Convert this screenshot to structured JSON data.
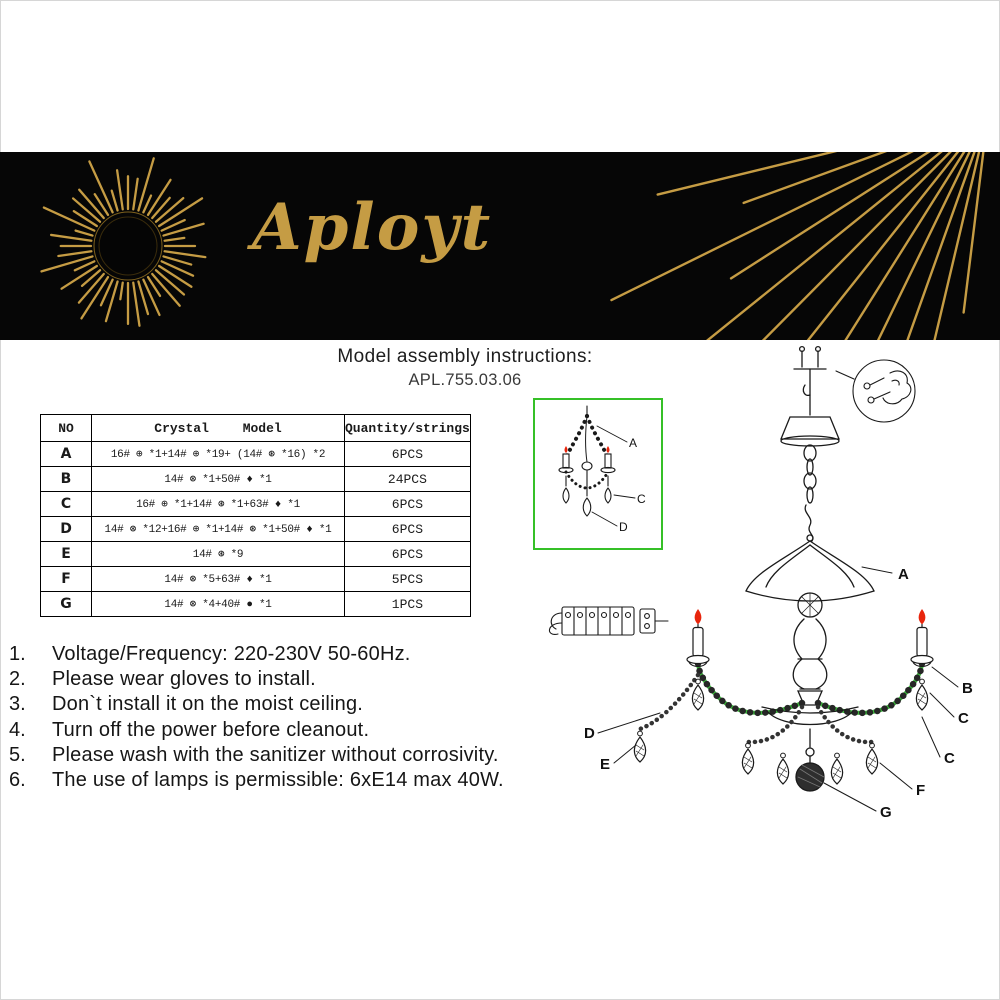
{
  "banner": {
    "brand": "Aployt"
  },
  "title": {
    "line1": "Model assembly instructions:",
    "line2": "APL.755.03.06"
  },
  "table": {
    "headers": {
      "no": "NO",
      "model": "Crystal Model",
      "qty": "Quantity/strings"
    },
    "rows": [
      {
        "no": "A",
        "model": "16# ⊕ *1+14# ⊕ *19+ (14# ⊛ *16) *2",
        "qty": "6PCS"
      },
      {
        "no": "B",
        "model": "14# ⊛ *1+50# ♦ *1",
        "qty": "24PCS"
      },
      {
        "no": "C",
        "model": "16# ⊕ *1+14# ⊛ *1+63# ♦ *1",
        "qty": "6PCS"
      },
      {
        "no": "D",
        "model": "14# ⊛ *12+16# ⊕ *1+14# ⊛ *1+50# ♦ *1",
        "qty": "6PCS"
      },
      {
        "no": "E",
        "model": "14# ⊛ *9",
        "qty": "6PCS"
      },
      {
        "no": "F",
        "model": "14# ⊛ *5+63# ♦ *1",
        "qty": "5PCS"
      },
      {
        "no": "G",
        "model": "14# ⊛ *4+40# ● *1",
        "qty": "1PCS"
      }
    ]
  },
  "notes": [
    {
      "num": "1.",
      "text": "Voltage/Frequency: 220-230V 50-60Hz."
    },
    {
      "num": "2.",
      "text": "Please wear gloves to install."
    },
    {
      "num": "3.",
      "text": "Don`t install it on the moist ceiling."
    },
    {
      "num": "4.",
      "text": "Turn off the power before cleanout."
    },
    {
      "num": "5.",
      "text": "Please wash with the sanitizer without corrosivity."
    },
    {
      "num": "6.",
      "text": "The use of lamps is permissible: 6xE14 max 40W."
    }
  ],
  "diagram": {
    "main_labels": [
      "A",
      "B",
      "C",
      "C",
      "F",
      "G",
      "D",
      "E"
    ],
    "inset_labels": [
      "A",
      "C",
      "D"
    ]
  },
  "icons": {
    "sunburst-logo": "radial gold rays around dark disc",
    "corner-rays": "gold rays fanning from top-right corner",
    "crystal-cross": "⊕",
    "crystal-flower": "⊛",
    "crystal-drop": "♦",
    "crystal-ball": "●"
  },
  "colors": {
    "gold": "#c59c44",
    "green_box": "#35c027",
    "arm_green": "#3db53d",
    "flame": "#e8250c"
  }
}
